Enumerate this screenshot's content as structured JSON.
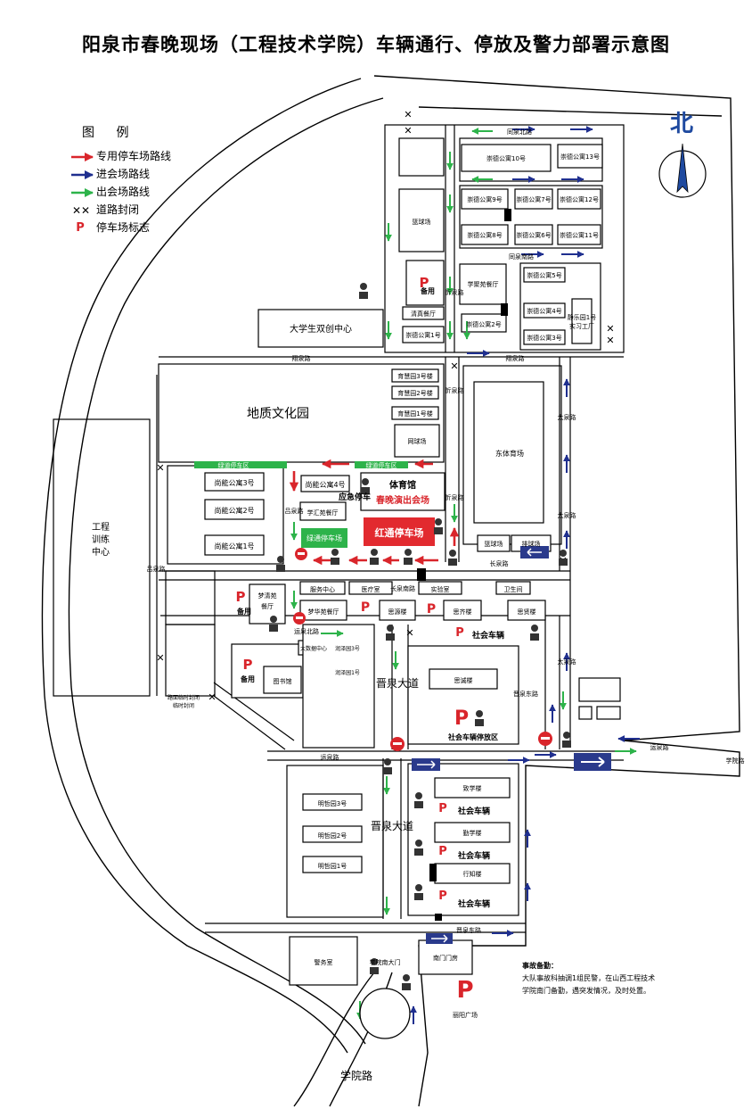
{
  "title": "阳泉市春晚现场（工程技术学院）车辆通行、停放及警力部署示意图",
  "legend": {
    "title": "图 例",
    "items": [
      {
        "key": "red",
        "label": "专用停车场路线",
        "color": "#d9252b"
      },
      {
        "key": "blue",
        "label": "进会场路线",
        "color": "#1f2f8f"
      },
      {
        "key": "green",
        "label": "出会场路线",
        "color": "#2db34a"
      },
      {
        "key": "closed",
        "label": "道路封闭",
        "color": "#000000"
      },
      {
        "key": "p",
        "label": "停车场标志",
        "color": "#d9252b"
      }
    ]
  },
  "north": "北",
  "colors": {
    "red": "#d9252b",
    "blue": "#1f2f8f",
    "green": "#2db34a",
    "darkblue": "#2a3a8c",
    "black": "#000000"
  },
  "buildings": {
    "b10": "崇德公寓10号",
    "b13": "崇德公寓13号",
    "b9": "崇德公寓9号",
    "b7": "崇德公寓7号",
    "b12": "崇德公寓12号",
    "b8": "崇德公寓8号",
    "b6": "崇德公寓6号",
    "b11": "崇德公寓11号",
    "b5": "崇德公寓5号",
    "b4": "崇德公寓4号",
    "b3": "崇德公寓3号",
    "b2": "崇德公寓2号",
    "b1": "崇德公寓1号",
    "basket": "篮球场",
    "xjy": "学聚苑餐厅",
    "spare1": "备用",
    "qzct": "清真餐厅",
    "jl1": "静乐园1号",
    "sxgc": "实习工厂",
    "scz": "大学生双创中心",
    "yh3": "育慧园3号楼",
    "yh2": "育慧园2号楼",
    "yh1": "育慧园1号楼",
    "wq": "网球场",
    "dzwhy": "地质文化园",
    "dtyc": "东体育场",
    "basket2": "篮球场",
    "pai": "排球场",
    "gc": "工程",
    "xl": "训练",
    "zx": "中心",
    "sn3": "尚能公寓3号",
    "sn2": "尚能公寓2号",
    "sn1": "尚能公寓1号",
    "sn4": "尚能公寓4号",
    "xhy": "学汇苑餐厅",
    "lbtcq": "绿通停车场",
    "hong": "红通停车场",
    "tyg": "体育馆",
    "cwyc": "春晚演出会场",
    "fw": "服务中心",
    "yl": "医疗室",
    "sy": "实验室",
    "ws": "卫生间",
    "mhy2": "梦华苑餐厅",
    "mqy": "梦清苑",
    "ct": "餐厅",
    "spare2": "备用",
    "sy2": "思源楼",
    "sq": "思齐楼",
    "sx": "思贤楼",
    "sh": "社会车辆",
    "sc": "思诚楼",
    "tsg": "图书馆",
    "spare3": "备用",
    "dqzx": "大数据中心",
    "lj3": "润泽园3号",
    "lj2": "润泽园1号",
    "shtfq": "社会车辆停放区",
    "mz3": "明哲园3号",
    "mz2": "明哲园2号",
    "mz1": "明哲园1号",
    "zx2": "致学楼",
    "sh2": "社会车辆",
    "qx": "勤学楼",
    "sh3": "社会车辆",
    "xz": "行知楼",
    "sh4": "社会车辆",
    "jws": "警务室",
    "nmm": "南门门房",
    "lygc": "丽阳广场",
    "lszc": "路面临时封闭",
    "lszc2": "临时封闭",
    "lbtcq2": "绿道停车区",
    "lbtcq3": "绿道停车区"
  },
  "roads": {
    "tqbl": "同泉北路",
    "tqnl": "同泉南路",
    "xql": "忻泉路",
    "xql2": "忻泉路",
    "xql3": "忻泉路",
    "xql4": "翔泉路",
    "xql5": "翔泉路",
    "tql": "太泉路",
    "tql2": "太泉路",
    "tql3": "太泉路",
    "lvql": "吕泉路",
    "lvql2": "吕泉路",
    "cql": "长泉路",
    "cqnl": "长泉南路",
    "yqbl": "运泉北路",
    "jqdd1": "晋泉大道",
    "jqdd2": "晋泉大道",
    "yql": "运泉路",
    "yql2": "运泉路",
    "jqdl": "晋泉东路",
    "jqdl2": "晋泉东路",
    "xynm": "学院南大门",
    "xyl": "学院路",
    "xyl2": "学院路",
    "yjtc": "应急停车"
  },
  "emergency": {
    "title": "事故备勤：",
    "line1": "大队事故科抽调1组民警，在山西工程技术",
    "line2": "学院南门备勤，遇突发情况，及时处置。"
  }
}
